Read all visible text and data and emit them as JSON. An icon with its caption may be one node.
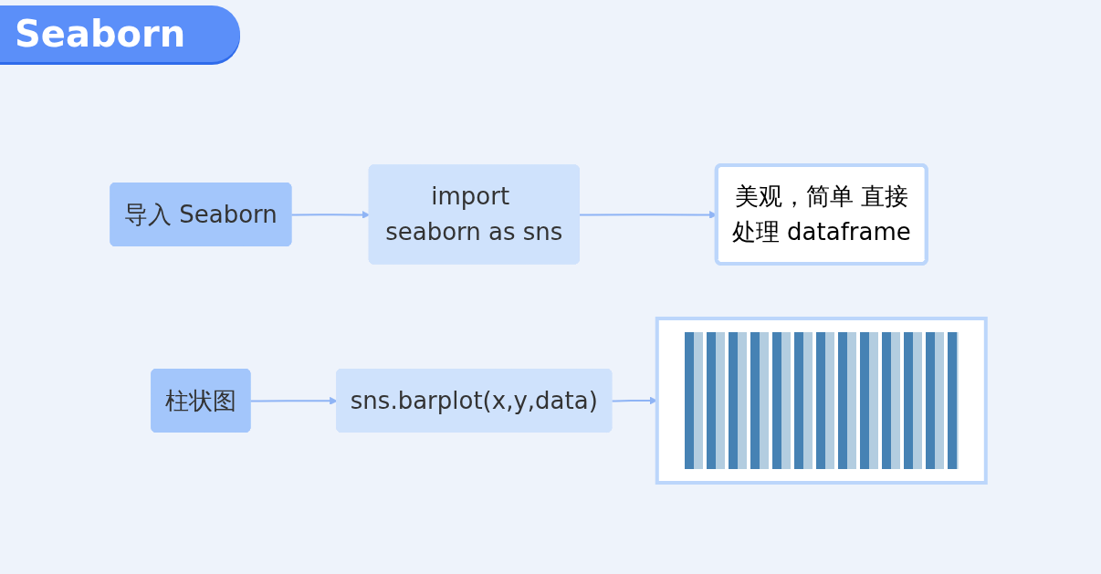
{
  "diagram": {
    "title": "Seaborn",
    "nodes": [
      {
        "text": [
          "导入 Seaborn"
        ]
      },
      {
        "text": [
          "import seaborn as sns"
        ]
      },
      {
        "text": [
          "美观，简单 直接处理 dataframe"
        ]
      },
      {
        "text": [
          "柱状图"
        ]
      },
      {
        "text": [
          "sns.barplot(x,y,data)"
        ]
      },
      {
        "text": [],
        "shape": "picture"
      }
    ],
    "edges": [
      {
        "from": 0,
        "to": 1,
        "arrow": "to"
      },
      {
        "from": 1,
        "to": 2,
        "arrow": "to"
      },
      {
        "from": 3,
        "to": 4,
        "arrow": "to"
      },
      {
        "from": 4,
        "to": 5,
        "arrow": "to"
      }
    ]
  }
}
